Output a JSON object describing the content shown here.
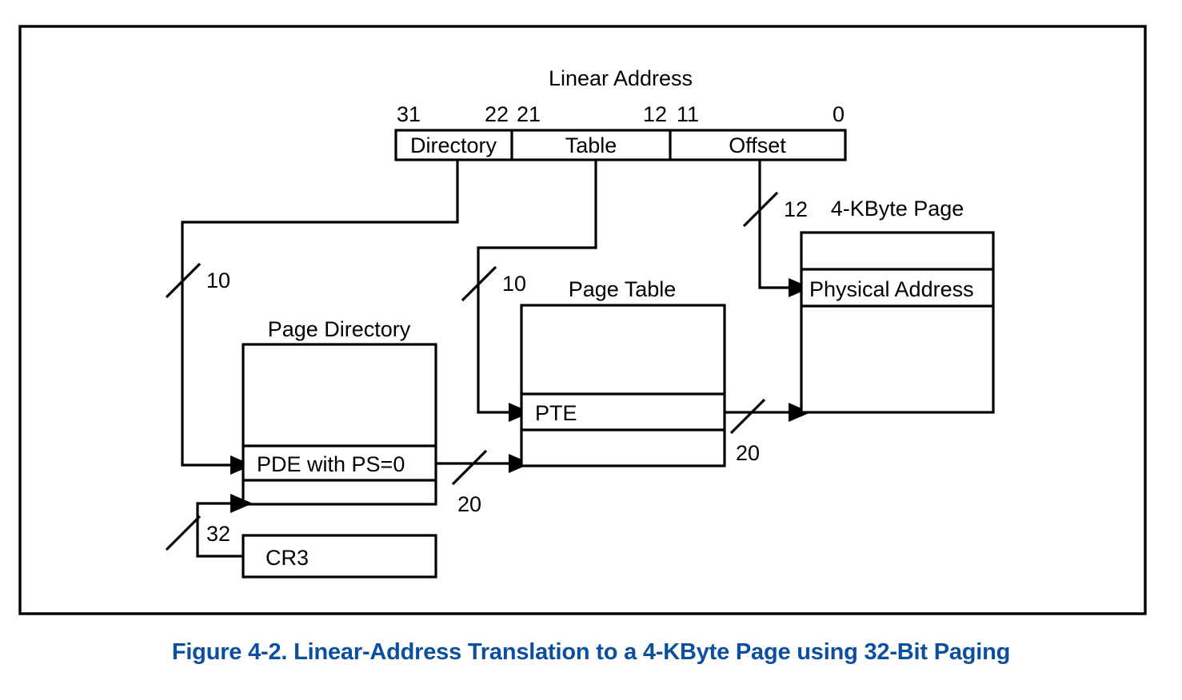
{
  "figure": {
    "caption_number": "Figure 4-2.",
    "caption_title": "Linear-Address Translation to a 4-KByte Page using 32-Bit Paging",
    "caption_full": "Figure 4-2.  Linear-Address Translation to a 4-KByte Page using 32-Bit Paging",
    "caption_color": "#0b4f9e",
    "line_color": "#000000",
    "background_color": "#ffffff"
  },
  "linear_address": {
    "title": "Linear Address",
    "bit_labels": {
      "high": "31",
      "dir_low": "22",
      "table_high": "21",
      "table_low": "12",
      "offset_high": "11",
      "offset_low": "0"
    },
    "fields": [
      {
        "name": "Directory",
        "label": "Directory",
        "bit_high": "31",
        "bit_low": "22"
      },
      {
        "name": "Table",
        "label": "Table",
        "bit_high": "21",
        "bit_low": "12"
      },
      {
        "name": "Offset",
        "label": "Offset",
        "bit_high": "11",
        "bit_low": "0"
      }
    ]
  },
  "structures": [
    {
      "id": "page-directory",
      "title": "Page Directory",
      "entry_label": "PDE with PS=0"
    },
    {
      "id": "page-table",
      "title": "Page Table",
      "entry_label": "PTE"
    },
    {
      "id": "four-kbyte-page",
      "title": "4-KByte Page",
      "entry_label": "Physical Address"
    },
    {
      "id": "cr3-register",
      "title": "",
      "entry_label": "CR3"
    }
  ],
  "bus_widths": [
    {
      "id": "directory-width",
      "value": "10",
      "from": "Directory",
      "to": "Page Directory"
    },
    {
      "id": "table-width",
      "value": "10",
      "from": "Table",
      "to": "Page Table"
    },
    {
      "id": "offset-width",
      "value": "12",
      "from": "Offset",
      "to": "4-KByte Page"
    },
    {
      "id": "cr3-width",
      "value": "32",
      "from": "CR3",
      "to": "Page Directory"
    },
    {
      "id": "pde-width",
      "value": "20",
      "from": "PDE with PS=0",
      "to": "Page Table"
    },
    {
      "id": "pte-width",
      "value": "20",
      "from": "PTE",
      "to": "4-KByte Page"
    }
  ]
}
